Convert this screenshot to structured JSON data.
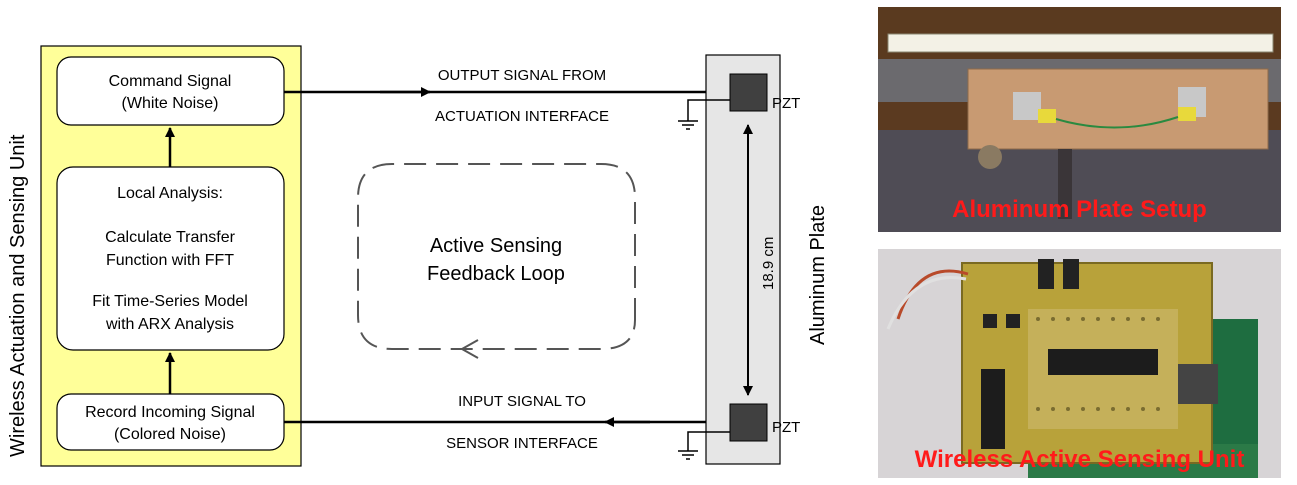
{
  "left_unit": {
    "side_label": "Wireless Actuation and Sensing Unit",
    "command_box": {
      "line1": "Command Signal",
      "line2": "(White Noise)"
    },
    "analysis_box": {
      "title": "Local Analysis:",
      "line1": "Calculate Transfer",
      "line2": "Function with FFT",
      "line3": "Fit Time-Series Model",
      "line4": "with ARX Analysis"
    },
    "record_box": {
      "line1": "Record Incoming Signal",
      "line2": "(Colored Noise)"
    }
  },
  "signals": {
    "output_line1": "OUTPUT SIGNAL FROM",
    "output_line2": "ACTUATION INTERFACE",
    "input_line1": "INPUT SIGNAL TO",
    "input_line2": "SENSOR INTERFACE"
  },
  "loop": {
    "line1": "Active Sensing",
    "line2": "Feedback Loop"
  },
  "plate": {
    "label": "Aluminum Plate",
    "distance": "18.9 cm",
    "pzt_top": "PZT",
    "pzt_bottom": "PZT"
  },
  "photos": {
    "top_caption": "Aluminum Plate Setup",
    "bottom_caption": "Wireless Active Sensing Unit"
  },
  "colors": {
    "unit_fill": "#ffff99",
    "plate_fill": "#e6e6e6",
    "pzt_fill": "#404040",
    "caption_red": "#ff1a1a"
  }
}
